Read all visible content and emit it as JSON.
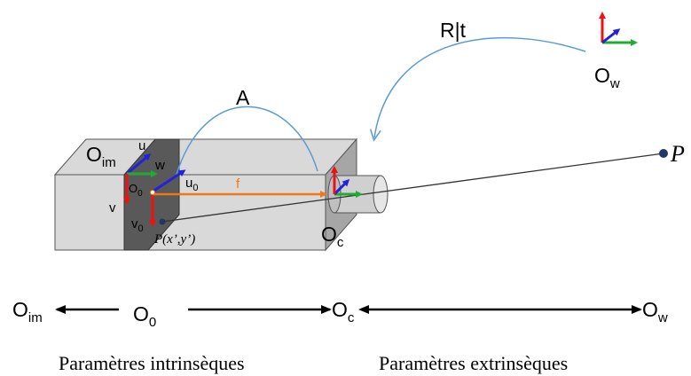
{
  "labels": {
    "o_w": "O",
    "o_w_sub": "w",
    "rt": "R|t",
    "a": "A",
    "o_im": "O",
    "o_im_sub": "im",
    "u": "u",
    "w": "w",
    "v": "v",
    "o0": "O",
    "o0_sub": "0",
    "u0": "u",
    "u0_sub": "0",
    "v0": "v",
    "v0_sub": "0",
    "f": "f",
    "p_img": "P(x’,y’)",
    "o_c": "O",
    "o_c_sub": "c",
    "p_world": "P"
  },
  "axis_line": {
    "o_im": "O",
    "o_im_sub": "im",
    "o_0": "O",
    "o_0_sub": "0",
    "o_c": "O",
    "o_c_sub": "c",
    "o_w": "O",
    "o_w_sub": "w"
  },
  "captions": {
    "intrinsic": "Paramètres intrinsèques",
    "extrinsic": "Paramètres extrinsèques"
  },
  "colors": {
    "axis_red": "#ee1111",
    "axis_green": "#22aa33",
    "axis_blue": "#2222dd",
    "arc_blue": "#5b9bd5",
    "focal_orange": "#f07818",
    "point_navy": "#1f3864",
    "box_light": "#d9d9d9",
    "box_mid": "#bfbfbf",
    "box_dark": "#a6a6a6",
    "image_plane": "#595959"
  }
}
